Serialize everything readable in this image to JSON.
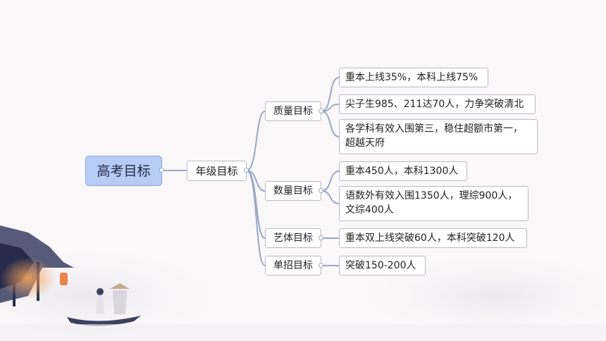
{
  "mindmap": {
    "root": "高考目标",
    "level1": "年级目标",
    "branches": [
      {
        "label": "质量目标",
        "leaves": [
          "重本上线35%，本科上线75%",
          "尖子生985、211达70人，力争突破清北",
          "各学科有效入围第三，稳住超额市第一，超越天府"
        ]
      },
      {
        "label": "数量目标",
        "leaves": [
          "重本450人，本科1300人",
          "语数外有效入围1350人，理综900人，文综400人"
        ]
      },
      {
        "label": "艺体目标",
        "leaves": [
          "重本双上线突破60人，本科突破120人"
        ]
      },
      {
        "label": "单招目标",
        "leaves": [
          "突破150-200人"
        ]
      }
    ]
  },
  "colors": {
    "connector": "#9aa6c8",
    "root_fill": "#b7ccf7",
    "node_border": "#b9b9c4"
  }
}
